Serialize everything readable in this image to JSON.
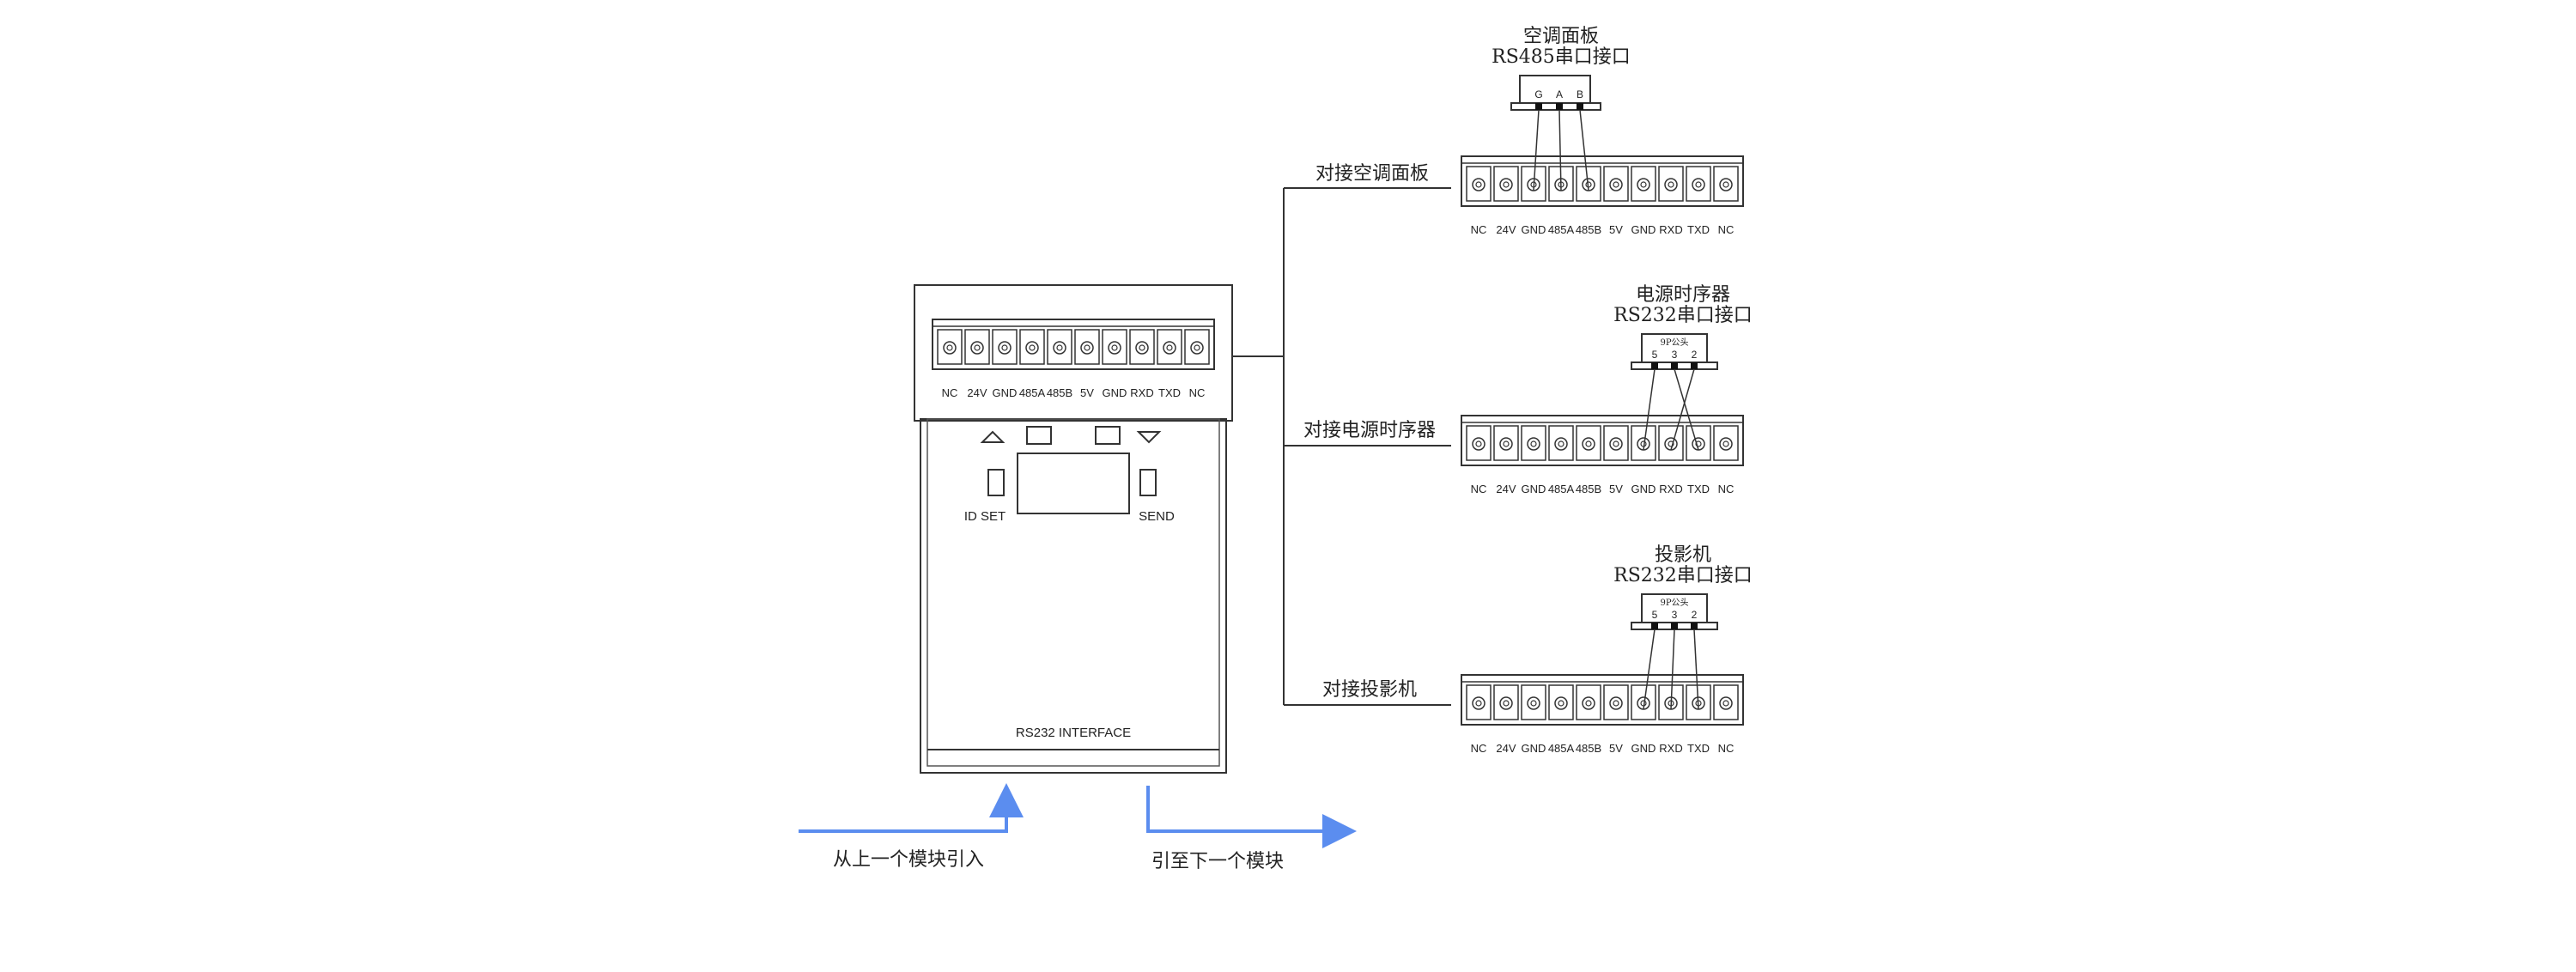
{
  "module": {
    "pin_labels": [
      "NC",
      "24V",
      "GND",
      "485A",
      "485B",
      "5V",
      "GND",
      "RXD",
      "TXD",
      "NC"
    ],
    "id_set_label": "ID SET",
    "send_label": "SEND",
    "interface_label": "RS232 INTERFACE"
  },
  "flow": {
    "in_label": "从上一个模块引入",
    "out_label": "引至下一个模块",
    "arrow_color": "#5b8def"
  },
  "targets": [
    {
      "branch_label": "对接空调面板",
      "title_line1": "空调面板",
      "title_line2": "RS485串口接口",
      "connector_pins": [
        "G",
        "A",
        "B"
      ],
      "connector_sub": ""
    },
    {
      "branch_label": "对接电源时序器",
      "title_line1": "电源时序器",
      "title_line2": "RS232串口接口",
      "connector_pins": [
        "5",
        "3",
        "2"
      ],
      "connector_sub": "9P公头"
    },
    {
      "branch_label": "对接投影机",
      "title_line1": "投影机",
      "title_line2": "RS232串口接口",
      "connector_pins": [
        "5",
        "3",
        "2"
      ],
      "connector_sub": "9P公头"
    }
  ]
}
